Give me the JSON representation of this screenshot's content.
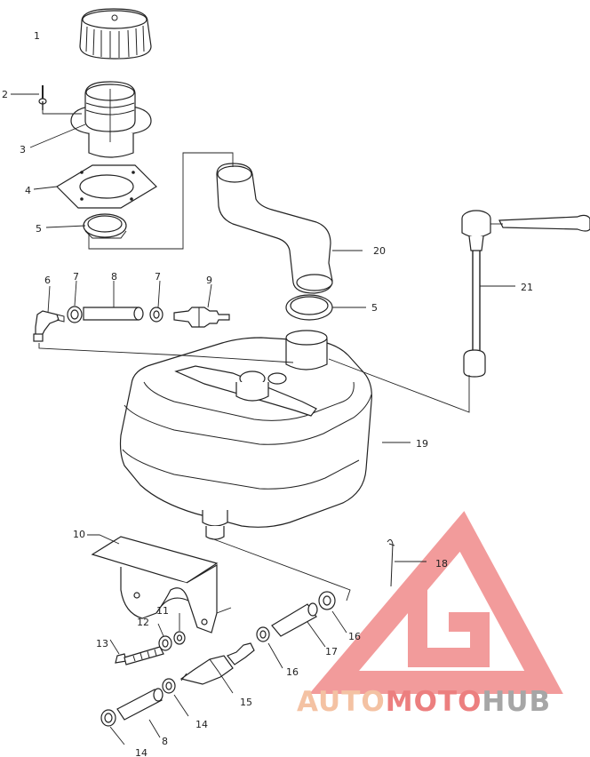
{
  "callouts": [
    {
      "id": "c1",
      "text": "1"
    },
    {
      "id": "c2",
      "text": "2"
    },
    {
      "id": "c3",
      "text": "3"
    },
    {
      "id": "c4",
      "text": "4"
    },
    {
      "id": "c5a",
      "text": "5"
    },
    {
      "id": "c5b",
      "text": "5"
    },
    {
      "id": "c6",
      "text": "6"
    },
    {
      "id": "c7a",
      "text": "7"
    },
    {
      "id": "c7b",
      "text": "7"
    },
    {
      "id": "c8a",
      "text": "8"
    },
    {
      "id": "c8b",
      "text": "8"
    },
    {
      "id": "c9",
      "text": "9"
    },
    {
      "id": "c10",
      "text": "10"
    },
    {
      "id": "c11",
      "text": "11"
    },
    {
      "id": "c12",
      "text": "12"
    },
    {
      "id": "c13",
      "text": "13"
    },
    {
      "id": "c14a",
      "text": "14"
    },
    {
      "id": "c14b",
      "text": "14"
    },
    {
      "id": "c15",
      "text": "15"
    },
    {
      "id": "c16a",
      "text": "16"
    },
    {
      "id": "c16b",
      "text": "16"
    },
    {
      "id": "c17",
      "text": "17"
    },
    {
      "id": "c18",
      "text": "18"
    },
    {
      "id": "c19",
      "text": "19"
    },
    {
      "id": "c20",
      "text": "20"
    },
    {
      "id": "c21",
      "text": "21"
    }
  ],
  "watermark": {
    "part1": "AUTO",
    "part2": "MOTO",
    "part3": "HUB",
    "colors": {
      "auto": "#f4c2a3",
      "moto": "#ec7f7f",
      "hub": "#a6a6a6",
      "logo": "#f08a8a"
    }
  }
}
